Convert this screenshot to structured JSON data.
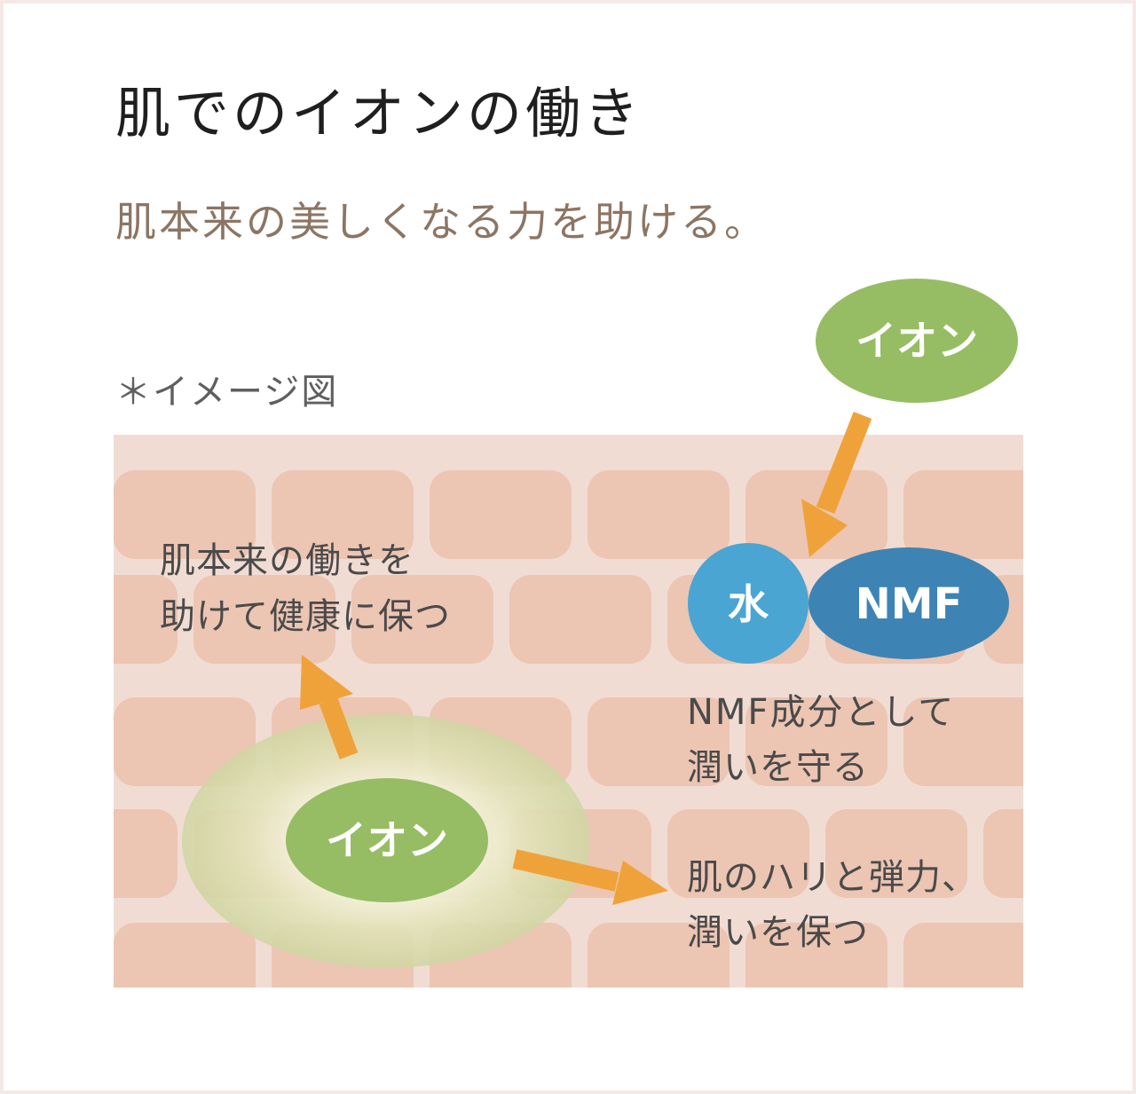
{
  "title": "肌でのイオンの働き",
  "subtitle": "肌本来の美しくなる力を助ける。",
  "note": "＊イメージ図",
  "diagram": {
    "top_ion_label": "イオン",
    "water_label": "水",
    "nmf_label": "NMF",
    "center_ion_label": "イオン",
    "effect_health": [
      "肌本来の働きを",
      "助けて健康に保つ"
    ],
    "effect_nmf": [
      "NMF成分として",
      "潤いを守る"
    ],
    "effect_firmness": [
      "肌のハリと弾力、",
      "潤いを保つ"
    ]
  },
  "colors": {
    "skin_background": "#f1dcd4",
    "skin_cell": "#ecc5b3",
    "ion_green": "#96bd63",
    "water_blue": "#4aa5d3",
    "nmf_blue": "#3d84b4",
    "arrow_orange": "#f0a23a",
    "text_dark": "#4a4a4a",
    "subtitle_brown": "#8d7563"
  }
}
